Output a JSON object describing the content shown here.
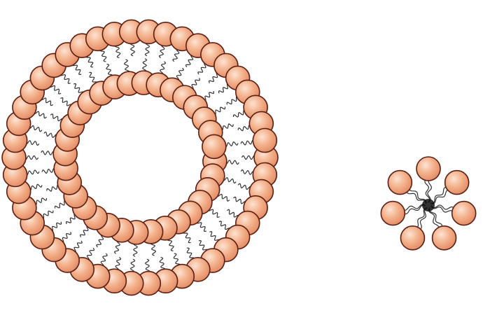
{
  "figure": {
    "structures": [
      {
        "id": "liposome",
        "kind": "bilayer-vesicle"
      },
      {
        "id": "micelle",
        "kind": "micelle"
      }
    ]
  },
  "colors": {
    "background": "#ffffff",
    "head_fill": "#f3b08a",
    "head_highlight": "#fde3d2",
    "head_outline": "#5a1d12",
    "tail": "#333333",
    "micelle_core": "#111111"
  }
}
